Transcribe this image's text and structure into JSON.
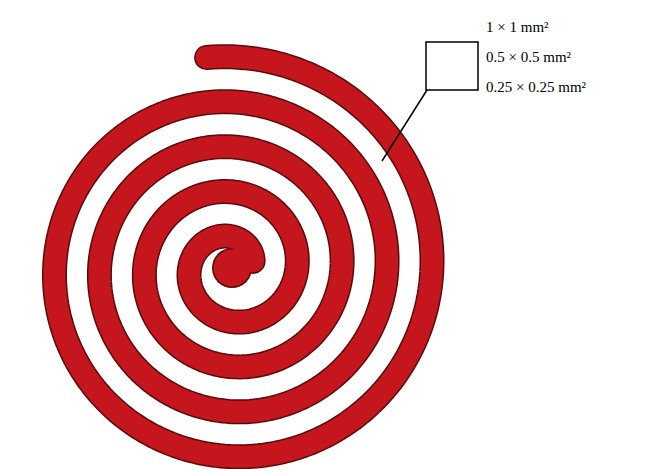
{
  "diagram": {
    "labels": [
      "1 × 1 mm²",
      "0.5 × 0.5 mm²",
      "0.25 × 0.25 mm²"
    ]
  }
}
